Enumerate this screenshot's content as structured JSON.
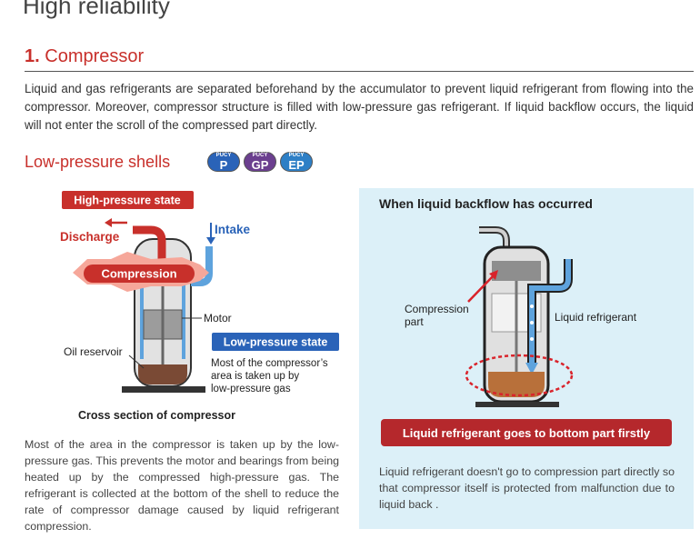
{
  "page_heading": "High reliability",
  "section": {
    "number": "1.",
    "title": "Compressor"
  },
  "intro": "Liquid and gas refrigerants are separated beforehand by the accumulator to prevent liquid refrigerant from flowing into the compressor. Moreover, compressor structure is filled with low-pressure gas refrigerant. If liquid backflow occurs, the liquid will not enter the scroll of the compressed part directly.",
  "subheading": "Low-pressure shells",
  "badges": [
    {
      "top": "PUCY",
      "label": "P",
      "color": "#2a63b8"
    },
    {
      "top": "PUCY",
      "label": "GP",
      "color": "#6b3f8f"
    },
    {
      "top": "PUCY",
      "label": "EP",
      "color": "#2d7fc6"
    }
  ],
  "left_diagram": {
    "high_pressure_label": "High-pressure state",
    "discharge_label": "Discharge",
    "intake_label": "Intake",
    "compression_label": "Compression",
    "motor_label": "Motor",
    "low_pressure_label": "Low-pressure state",
    "low_pressure_note": [
      "Most of the compressor’s",
      "area is taken up by",
      "low-pressure gas"
    ],
    "oil_reservoir_label": "Oil reservoir",
    "caption": "Cross section of compressor",
    "description": "Most of the area in the compressor is taken up by the low-pressure gas. This prevents the motor and bearings from being heated up by the compressed high-pressure gas. The refrigerant is collected at the bottom of the shell to reduce the rate of compressor damage caused by liquid refrigerant compression."
  },
  "right_panel": {
    "title": "When liquid backflow has occurred",
    "compression_part_label": [
      "Compression",
      "part"
    ],
    "liquid_refrigerant_label": "Liquid refrigerant",
    "banner": "Liquid refrigerant goes to bottom part firstly",
    "description": "Liquid refrigerant doesn't go to compression part directly so that compressor itself is protected from malfunction due to liquid back ."
  },
  "colors": {
    "accent_red": "#c8302b",
    "banner_red": "#b5282c",
    "label_blue": "#2a63b8",
    "panel_bg": "#dcf0f8"
  }
}
